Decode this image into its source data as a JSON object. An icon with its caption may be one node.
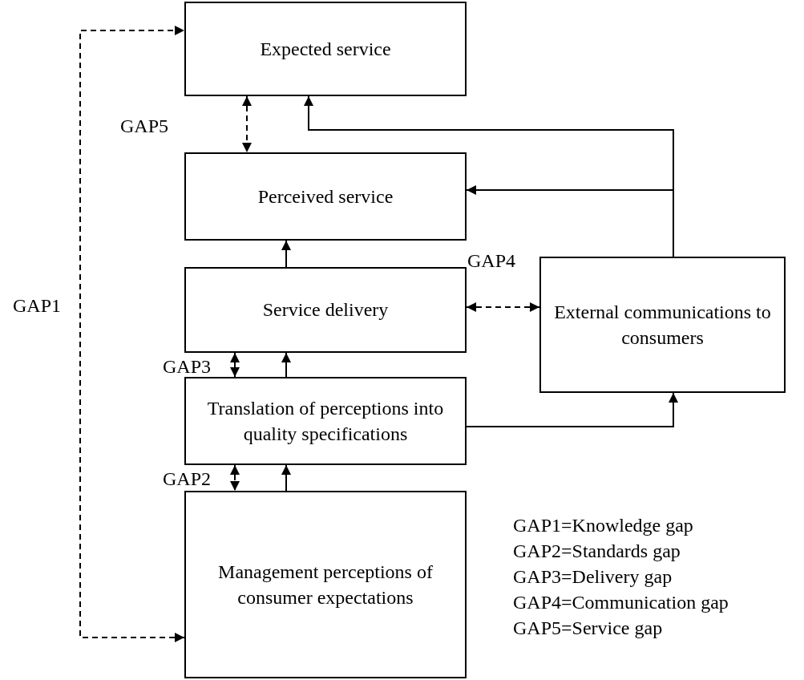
{
  "diagram": {
    "nodes": [
      {
        "text": [
          "Expected service"
        ]
      },
      {
        "text": [
          "Perceived service"
        ]
      },
      {
        "text": [
          "Service delivery"
        ]
      },
      {
        "text": [
          "External communications to consumers"
        ]
      },
      {
        "text": [
          "Translation of perceptions into quality specifications"
        ]
      },
      {
        "text": [
          "Management perceptions of consumer expectations"
        ]
      }
    ],
    "edges": [
      {
        "from": 5,
        "to": 0,
        "arrow": "both",
        "style": "dashed",
        "label": "GAP1"
      },
      {
        "from": 0,
        "to": 1,
        "arrow": "both",
        "style": "dashed",
        "label": "GAP5"
      },
      {
        "from": 2,
        "to": 3,
        "arrow": "both",
        "style": "dashed",
        "label": "GAP4"
      },
      {
        "from": 2,
        "to": 4,
        "arrow": "both",
        "style": "dashed",
        "label": "GAP3"
      },
      {
        "from": 4,
        "to": 5,
        "arrow": "both",
        "style": "dashed",
        "label": "GAP2"
      },
      {
        "from": 5,
        "to": 4,
        "arrow": "to"
      },
      {
        "from": 4,
        "to": 2,
        "arrow": "to"
      },
      {
        "from": 2,
        "to": 1,
        "arrow": "to"
      },
      {
        "from": 4,
        "to": 3,
        "arrow": "to"
      },
      {
        "from": 3,
        "to": 0,
        "arrow": "to"
      },
      {
        "from": 3,
        "to": 1,
        "arrow": "to"
      }
    ],
    "labels": [
      "GAP1=Knowledge gap",
      "GAP2=Standards gap",
      "GAP3=Delivery gap",
      "GAP4=Communication gap",
      "GAP5=Service gap"
    ]
  }
}
